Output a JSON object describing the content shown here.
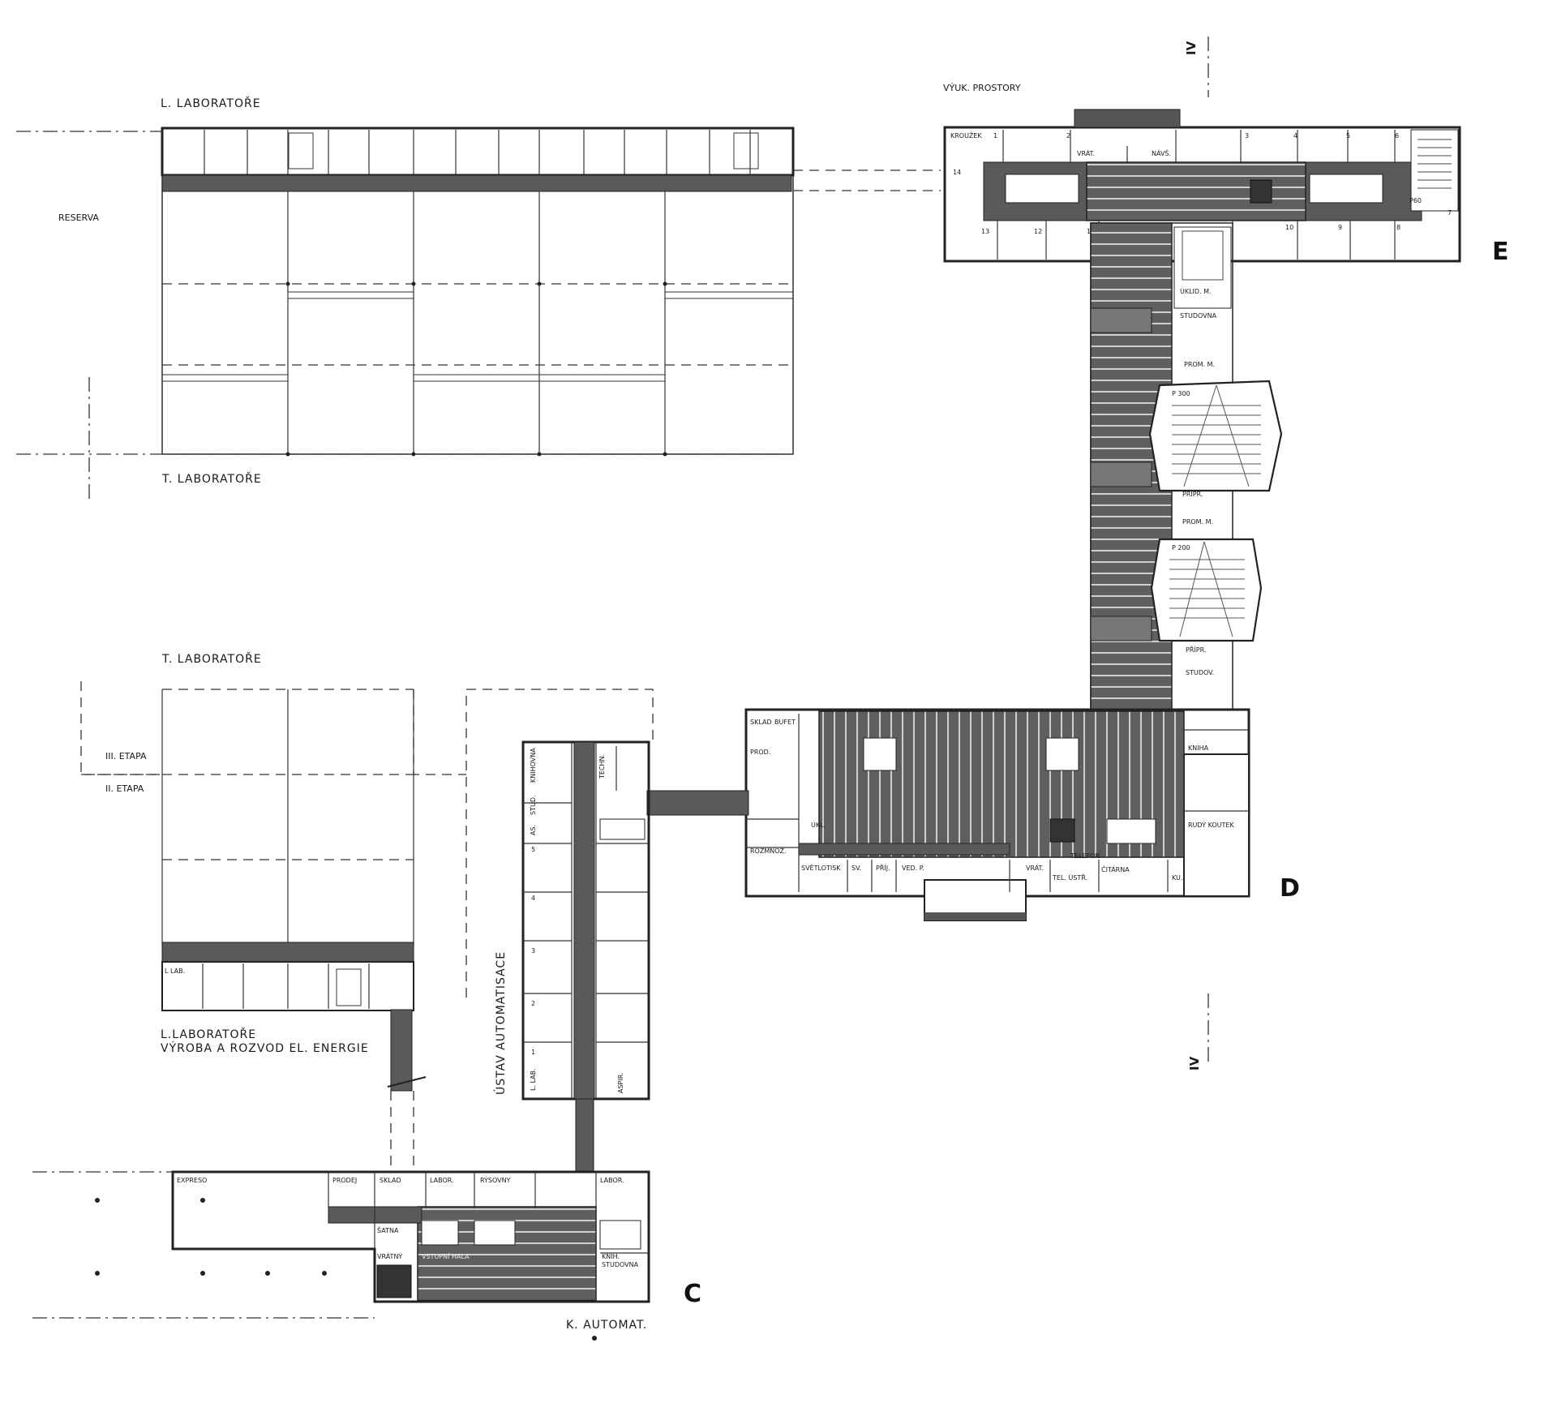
{
  "wings": {
    "E": "E",
    "D": "D",
    "C": "C"
  },
  "section_marks": {
    "top": "IV",
    "bottom": "IV"
  },
  "labels": {
    "vyuk_prostory": "VÝUK. PROSTORY",
    "l_laboratore_top": "L. LABORATOŘE",
    "reserva": "RESERVA",
    "t_laboratore_top": "T. LABORATOŘE",
    "t_laboratore_mid": "T. LABORATOŘE",
    "iii_etapa": "III. ETAPA",
    "ii_etapa": "II. ETAPA",
    "l_laboratore_bottom": "L.LABORATOŘE",
    "vyroba": "VÝROBA A ROZVOD EL. ENERGIE",
    "ustav_automatisace": "ÚSTAV AUTOMATISACE",
    "k_automat": "K. AUTOMAT."
  },
  "rooms_e": {
    "krouzek": "KROUŽEK",
    "vrat": "VRÁT.",
    "nave": "NÁVŠ.",
    "p60": "P60",
    "uklid": "ÚKLID. M.",
    "studovna": "STUDOVNA",
    "prom_m1": "PROM. M.",
    "p300": "P 300",
    "pripr1": "PŘÍPR.",
    "prom_m2": "PROM. M.",
    "p200": "P 200",
    "pripr2": "PŘÍPR.",
    "studov": "STUDOV.",
    "nums_top": [
      "1",
      "2",
      "3",
      "4",
      "5",
      "6"
    ],
    "nums_bottom": [
      "13",
      "12",
      "11",
      "10",
      "9",
      "8"
    ],
    "n14": "14",
    "n7": "7"
  },
  "rooms_d": {
    "sklad": "SKLAD",
    "bufet": "BUFET",
    "prod": "PROD.",
    "ukl": "ÚKL.",
    "rozmnoz": "ROZMNOŽ.",
    "svetlotisk": "SVĚTLOTISK",
    "sv": "SV.",
    "prij": "PŘÍJ.",
    "ved": "VED. P.",
    "vrat": "VRÁT.",
    "telefon": "TELEFON",
    "tel_ustr": "TEL. ÚSTŘ.",
    "citarna": "ČITÁRNA",
    "ku": "KU.",
    "kniha": "KNIHA",
    "rudy_koutek": "RUDÝ KOUTEK"
  },
  "rooms_c": {
    "expreso": "EXPRESO",
    "prodej": "PRODEJ",
    "sklad": "SKLAD",
    "labor1": "LABOR.",
    "rysovny": "RÝSOVNY",
    "labor2": "LABOR.",
    "satna": "ŠATNA",
    "vratny": "VRÁTNÝ",
    "vstupni_hala": "VSTUPNÍ HALA",
    "knih_studovna_1": "KNIH.",
    "knih_studovna_2": "STUDOVNA",
    "knihovna": "KNIHOVNA",
    "stud": "STUD.",
    "techn": "TECHN.",
    "as": "AS.",
    "l_lab": "L. LAB.",
    "aspir": "ASPIR.",
    "lab1": "L LAB.",
    "nums": [
      "1",
      "2",
      "3",
      "4",
      "5"
    ]
  }
}
